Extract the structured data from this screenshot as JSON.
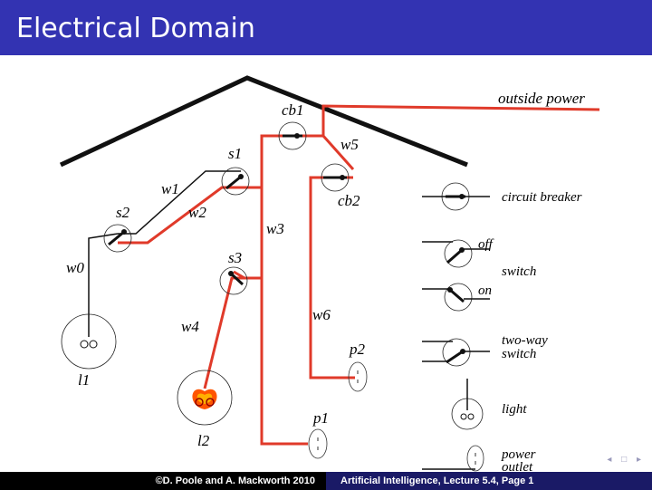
{
  "slide": {
    "title": "Electrical Domain",
    "footer_left": "©D. Poole and A. Mackworth 2010",
    "footer_right": "Artificial Intelligence, Lecture 5.4, Page 1"
  },
  "labels": {
    "outside_power": "outside power",
    "cb1": "cb1",
    "cb2": "cb2",
    "s1": "s1",
    "s2": "s2",
    "s3": "s3",
    "w0": "w0",
    "w1": "w1",
    "w2": "w2",
    "w3": "w3",
    "w4": "w4",
    "w5": "w5",
    "w6": "w6",
    "l1": "l1",
    "l2": "l2",
    "p1": "p1",
    "p2": "p2"
  },
  "legend": {
    "circuit_breaker": "circuit breaker",
    "off": "off",
    "switch": "switch",
    "on": "on",
    "two_way_line1": "two-way",
    "two_way_line2": "switch",
    "light": "light",
    "power_line1": "power",
    "power_line2": "outlet"
  },
  "colors": {
    "wire_live": "#e03a2a",
    "wire_dead": "#111111",
    "title_bar": "#3333b2",
    "lit_bulb": "#ff5500"
  }
}
